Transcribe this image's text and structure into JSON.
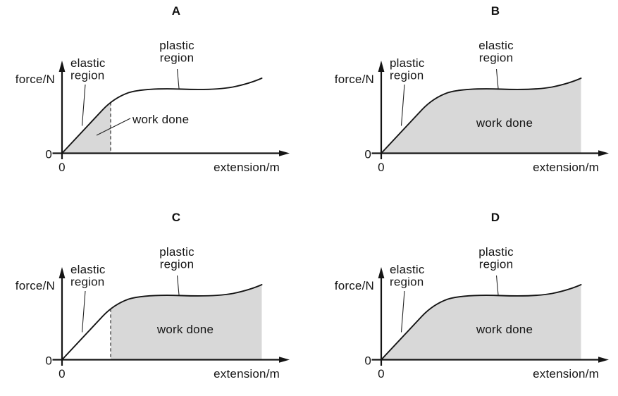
{
  "figure": {
    "description": "Four force-extension graphs labelled A to D comparing shaded work-done areas in elastic and plastic regions",
    "background_color": "#ffffff",
    "shade_color": "#d8d8d8",
    "line_color": "#141414"
  },
  "panels": [
    {
      "title": "A",
      "y_axis_label": "force/N",
      "x_axis_label": "extension/m",
      "y_zero": "0",
      "x_zero": "0",
      "near_axis_label": {
        "line1": "elastic",
        "line2": "region"
      },
      "top_label": {
        "line1": "plastic",
        "line2": "region"
      },
      "work_done_label": "work done",
      "shading": "under-elastic-region-only",
      "has_dashed_line": true,
      "work_done_placement": "outside-right-with-leader"
    },
    {
      "title": "B",
      "y_axis_label": "force/N",
      "x_axis_label": "extension/m",
      "y_zero": "0",
      "x_zero": "0",
      "near_axis_label": {
        "line1": "plastic",
        "line2": "region"
      },
      "top_label": {
        "line1": "elastic",
        "line2": "region"
      },
      "work_done_label": "work done",
      "shading": "under-entire-curve",
      "has_dashed_line": false,
      "work_done_placement": "inside-shaded-area"
    },
    {
      "title": "C",
      "y_axis_label": "force/N",
      "x_axis_label": "extension/m",
      "y_zero": "0",
      "x_zero": "0",
      "near_axis_label": {
        "line1": "elastic",
        "line2": "region"
      },
      "top_label": {
        "line1": "plastic",
        "line2": "region"
      },
      "work_done_label": "work done",
      "shading": "under-plastic-region-only",
      "has_dashed_line": true,
      "work_done_placement": "inside-shaded-area"
    },
    {
      "title": "D",
      "y_axis_label": "force/N",
      "x_axis_label": "extension/m",
      "y_zero": "0",
      "x_zero": "0",
      "near_axis_label": {
        "line1": "elastic",
        "line2": "region"
      },
      "top_label": {
        "line1": "plastic",
        "line2": "region"
      },
      "work_done_label": "work done",
      "shading": "under-entire-curve",
      "has_dashed_line": false,
      "work_done_placement": "inside-shaded-area"
    }
  ]
}
